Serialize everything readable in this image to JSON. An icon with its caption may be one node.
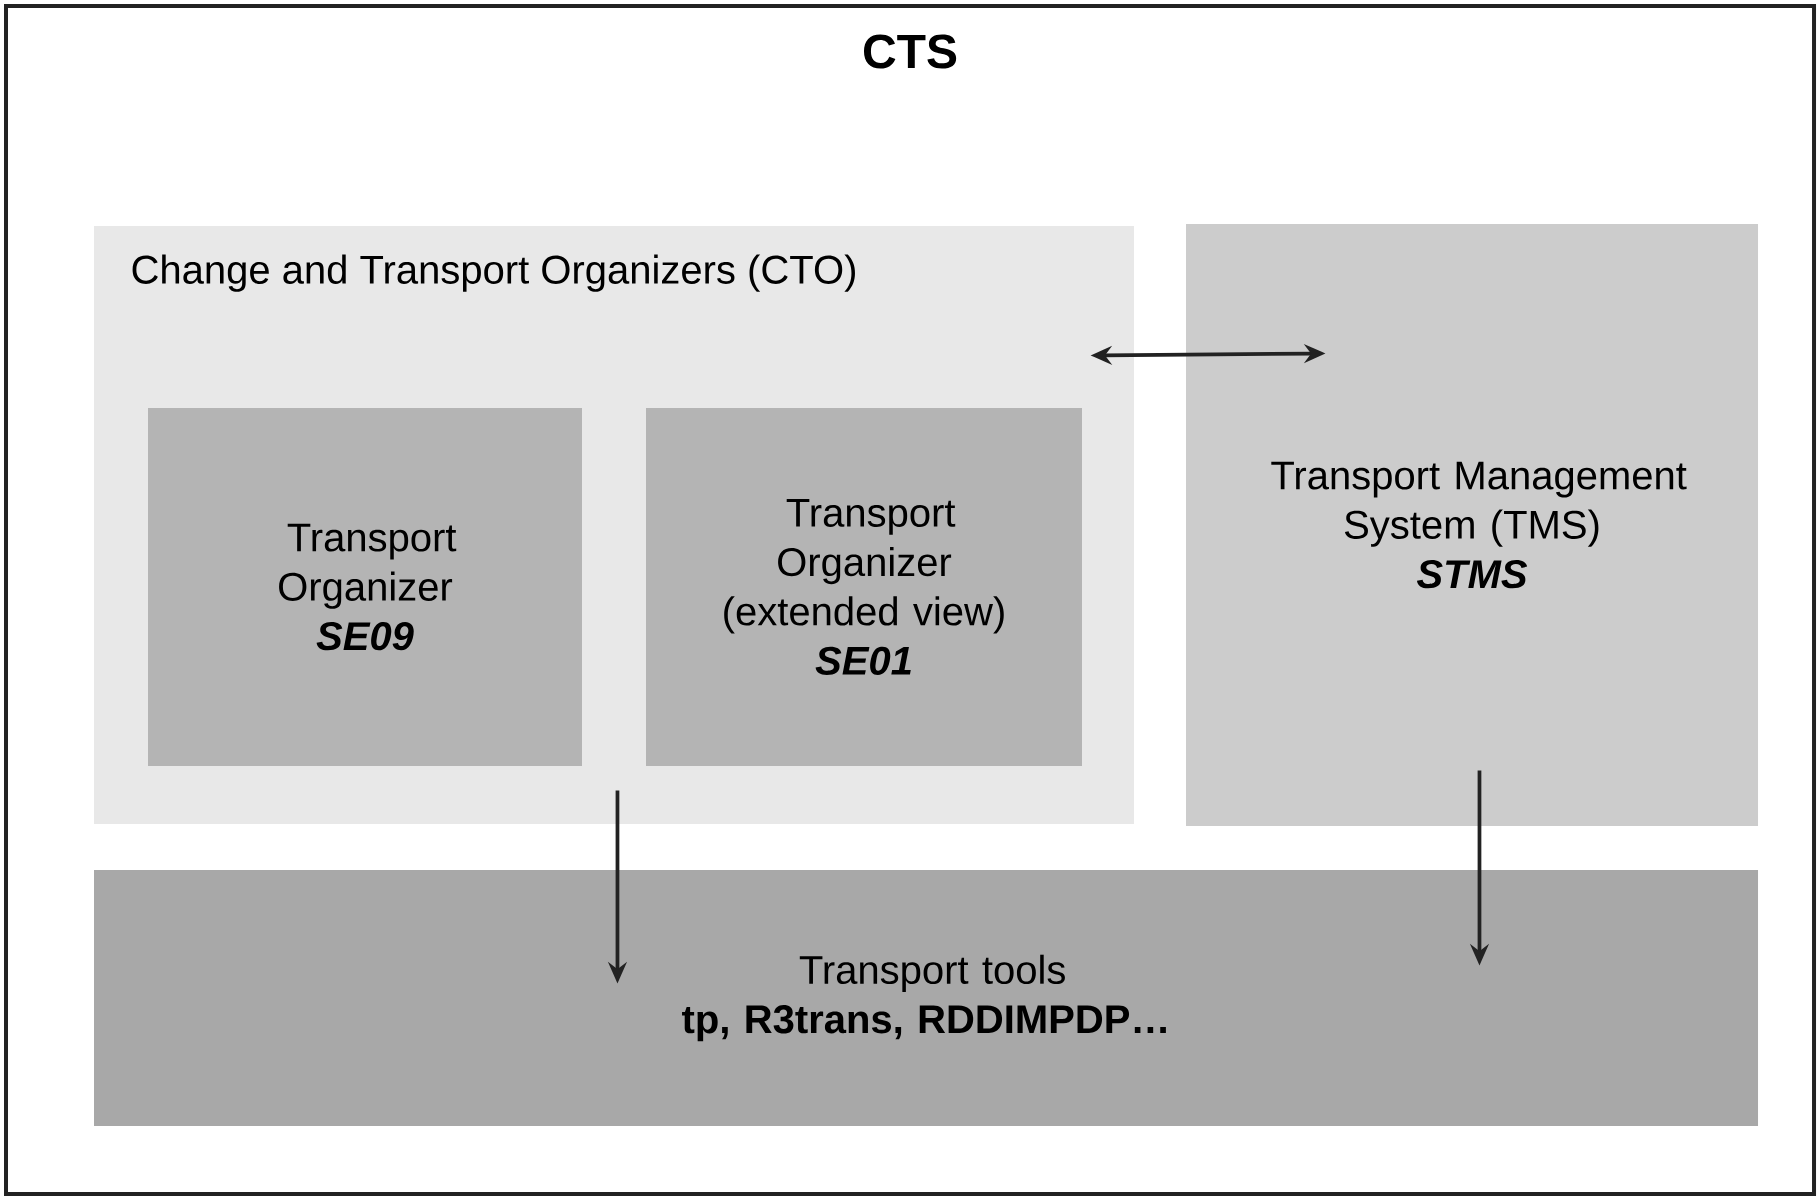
{
  "diagram": {
    "nodes": [
      {
        "text": [
          "CTS"
        ]
      },
      {
        "text": [
          "Change and Transport Organizers (CTO)"
        ],
        "in": 0
      },
      {
        "text": [
          "Transport Organizer",
          "SE09"
        ],
        "in": 1
      },
      {
        "text": [
          "Transport Organizer (extended view)",
          "SE01"
        ],
        "in": 1
      },
      {
        "text": [
          "Transport Management System (TMS)",
          "STMS"
        ],
        "in": 0
      },
      {
        "text": [
          "Transport tools",
          "tp, R3trans, RDDIMPDP…"
        ],
        "in": 0
      }
    ],
    "edges": [
      {
        "from": 1,
        "to": 4,
        "arrow": "both"
      },
      {
        "from": 1,
        "to": 5,
        "arrow": "to"
      },
      {
        "from": 4,
        "to": 5,
        "arrow": "to"
      }
    ]
  }
}
